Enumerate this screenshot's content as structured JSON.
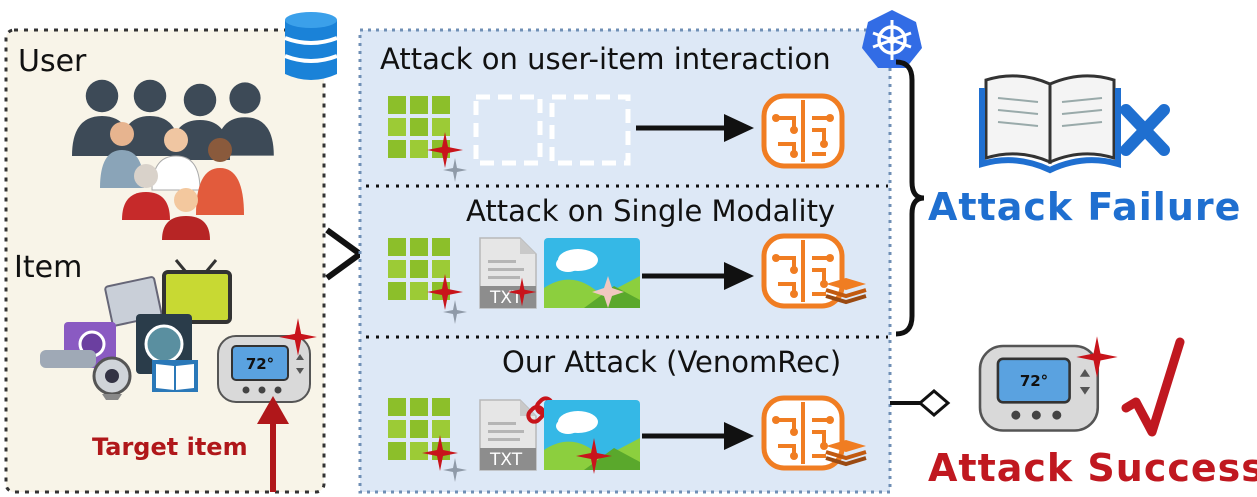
{
  "left_panel": {
    "user_label": "User",
    "item_label": "Item",
    "target_label": "Target item",
    "thermostat_reading": "72°"
  },
  "sections": [
    {
      "title": "Attack on user-item interaction"
    },
    {
      "title": "Attack on Single Modality",
      "file_label": "TXT"
    },
    {
      "title": "Our Attack (VenomRec)",
      "file_label": "TXT"
    }
  ],
  "outcomes": {
    "failure_label": "Attack Failure",
    "success_label": "Attack Success",
    "success_thermostat_reading": "72°"
  },
  "colors": {
    "left_panel_bg": "#f8f4e8",
    "middle_panel_bg": "#dde8f6",
    "grid_green": "#8cbf2a",
    "brain_orange": "#f07d22",
    "sparkle_red": "#c8141b",
    "failure_blue": "#1f6fd0",
    "success_red": "#c01820",
    "database_blue": "#1a82d8",
    "k8s_blue": "#326ce5"
  },
  "icons": [
    "database-icon",
    "kubernetes-icon",
    "user-group-icon",
    "book-icon",
    "cross-icon",
    "check-icon",
    "brain-icon",
    "thermostat-icon",
    "image-icon",
    "text-file-icon",
    "link-icon"
  ]
}
